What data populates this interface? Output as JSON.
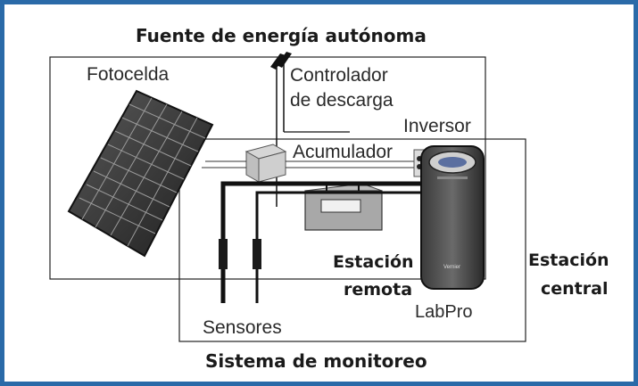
{
  "title": "Fuente de energía autónoma",
  "labels": {
    "fotocelda": "Fotocelda",
    "controlador_l1": "Controlador",
    "controlador_l2": "de descarga",
    "inversor": "Inversor",
    "acumulador": "Acumulador",
    "estacion_remota_l1": "Estación",
    "estacion_remota_l2": "remota",
    "labpro": "LabPro",
    "sensores": "Sensores",
    "estacion_central_l1": "Estación",
    "estacion_central_l2": "central"
  },
  "caption": "Sistema de monitoreo",
  "colors": {
    "frame_border": "#2a6aa8",
    "line": "#111111",
    "text": "#1a1a1a"
  }
}
